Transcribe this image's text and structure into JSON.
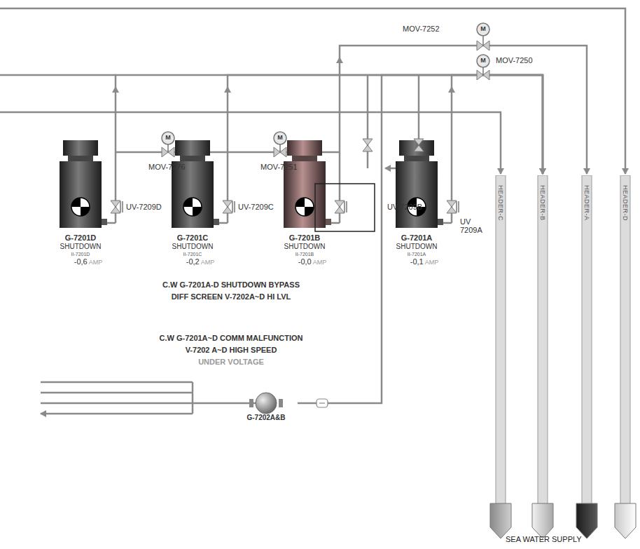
{
  "diagram": {
    "nodes": [
      {
        "text": [
          "G-7201D",
          "SHUTDOWN",
          "II-7201D",
          "-0,6",
          "AMP"
        ]
      },
      {
        "text": [
          "G-7201C",
          "SHUTDOWN",
          "II-7201C",
          "-0,2",
          "AMP"
        ]
      },
      {
        "text": [
          "G-7201B",
          "SHUTDOWN",
          "II-7201B",
          "-0,0",
          "AMP"
        ]
      },
      {
        "text": [
          "G-7201A",
          "SHUTDOWN",
          "II-7201A",
          "-0,1",
          "AMP"
        ]
      },
      {
        "text": [
          "G-7202A&B"
        ]
      },
      {
        "text": [
          "HEADER-C"
        ]
      },
      {
        "text": [
          "HEADER-B"
        ]
      },
      {
        "text": [
          "HEADER-A"
        ]
      },
      {
        "text": [
          "HEADER-D"
        ]
      }
    ],
    "edges": [
      {
        "from": 0,
        "to": 6,
        "arrow": "to"
      },
      {
        "from": 1,
        "to": 6,
        "arrow": "to"
      },
      {
        "from": 2,
        "to": 7,
        "arrow": "to"
      },
      {
        "from": 3,
        "to": 6,
        "arrow": "to"
      },
      {
        "from": 4,
        "to": 6,
        "arrow": "to"
      }
    ],
    "labels": [
      "MOV-7252",
      "MOV-7250",
      "MOV-7276",
      "MOV-7251",
      "UV-7209D",
      "UV-7209C",
      "UV-7209B",
      "UV 7209A",
      "C.W G-7201A-D SHUTDOWN BYPASS",
      "DIFF SCREEN V-7202A~D HI LVL",
      "C.W G-7201A~D COMM MALFUNCTION",
      "V-7202 A~D HIGH SPEED",
      "UNDER VOLTAGE",
      "SEA WATER SUPPLY",
      "M",
      "M",
      "M",
      "M"
    ]
  }
}
